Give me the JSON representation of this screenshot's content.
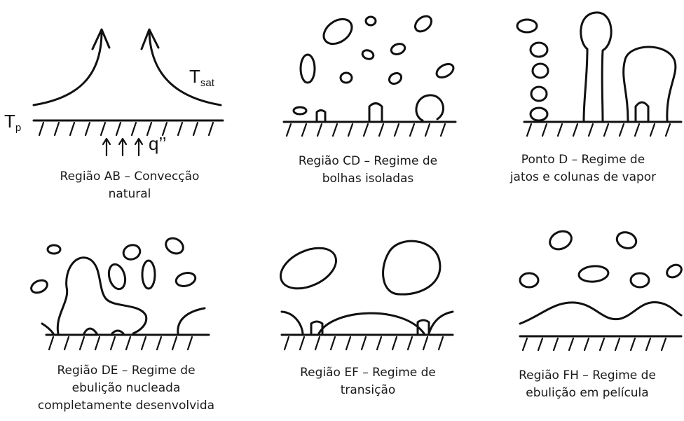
{
  "panels": [
    {
      "caption_lines": [
        "Região AB – Convecção",
        "natural"
      ]
    },
    {
      "caption_lines": [
        "Região CD – Regime de",
        "bolhas isoladas"
      ]
    },
    {
      "caption_lines": [
        "Ponto D – Regime de",
        "jatos e colunas de vapor"
      ]
    },
    {
      "caption_lines": [
        "Região DE – Regime de",
        "ebulição nucleada",
        "completamente desenvolvida"
      ]
    },
    {
      "caption_lines": [
        "Região EF – Regime de",
        "transição"
      ]
    },
    {
      "caption_lines": [
        "Região FH – Regime de",
        "ebulição em película"
      ]
    }
  ],
  "symbols": {
    "t_sat_main": "T",
    "t_sat_sub": "sat",
    "t_p_main": "T",
    "t_p_sub": "p",
    "q_flux": "q’’"
  }
}
